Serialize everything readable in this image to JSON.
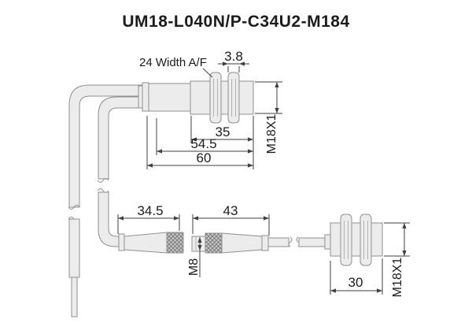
{
  "title": "UM18-L040N/P-C34U2-M184",
  "top_view": {
    "nut_width_label": "24 Width A/F",
    "nut_thickness": "3.8",
    "thread_spec": "M18X1",
    "thread_length": "35",
    "body_length": "54.5",
    "total_length": "60"
  },
  "bottom_view": {
    "female_connector_length": "34.5",
    "male_connector_length": "43",
    "connector_thread": "M8",
    "sensor_length": "30",
    "thread_spec": "M18X1"
  },
  "colors": {
    "outline": "#8f8f8f",
    "fill": "#ececec",
    "dim": "#3f3f3f",
    "text": "#1c1c1c"
  }
}
